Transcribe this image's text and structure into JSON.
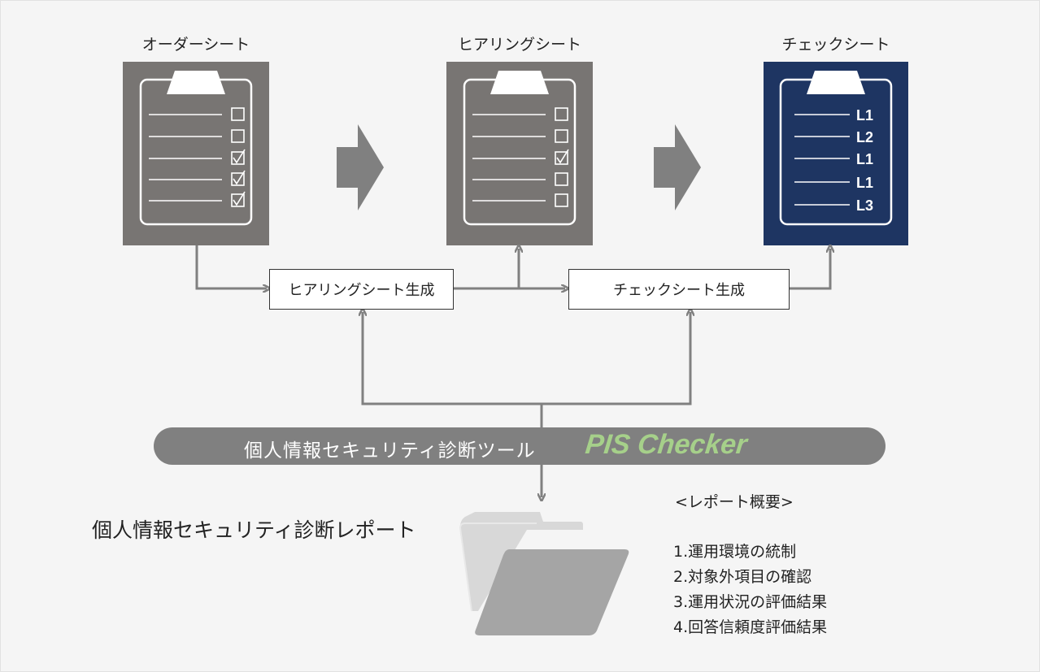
{
  "sheets": {
    "order": {
      "title": "オーダーシート"
    },
    "hearing": {
      "title": "ヒアリングシート"
    },
    "check": {
      "title": "チェックシート",
      "levels": [
        "L1",
        "L2",
        "L1",
        "L1",
        "L3"
      ]
    }
  },
  "process": {
    "hearing_generation": "ヒアリングシート生成",
    "check_generation": "チェックシート生成"
  },
  "tool": {
    "name": "個人情報セキュリティ診断ツール",
    "brand": "PIS Checker"
  },
  "report": {
    "title": "個人情報セキュリティ診断レポート",
    "summary_title": "<レポート概要>",
    "summary_items": [
      "1.運用環境の統制",
      "2.対象外項目の確認",
      "3.運用状況の評価結果",
      "4.回答信頼度評価結果"
    ]
  },
  "colors": {
    "sheet_gray": "#787573",
    "sheet_navy": "#1e3562",
    "arrow_gray": "#808080",
    "brand_green": "#a6d08a"
  }
}
